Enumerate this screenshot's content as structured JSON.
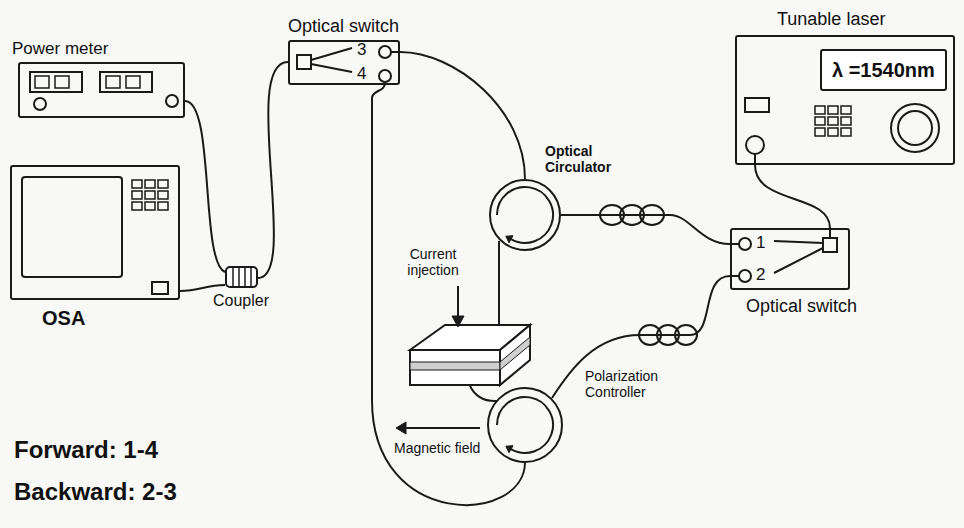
{
  "diagram": {
    "nodes": [
      {
        "text": [
          "Power meter"
        ]
      },
      {
        "text": [
          "OSA"
        ]
      },
      {
        "text": [
          "Coupler"
        ]
      },
      {
        "text": [
          "Optical switch"
        ]
      },
      {
        "text": [
          "Optical Circulator"
        ]
      },
      {
        "text": [
          "Tunable laser"
        ]
      },
      {
        "text": [
          "λ =1540nm"
        ],
        "in": 5
      },
      {
        "text": [
          "Optical switch"
        ]
      }
    ],
    "edges": [
      {
        "from": 3,
        "to": 2,
        "arrow": "none"
      },
      {
        "from": 2,
        "to": 0,
        "arrow": "none"
      },
      {
        "from": 2,
        "to": 1,
        "arrow": "none"
      },
      {
        "from": 5,
        "to": 7,
        "arrow": "none"
      },
      {
        "from": 7,
        "to": 4,
        "arrow": "none"
      },
      {
        "from": 4,
        "to": 3,
        "arrow": "none"
      }
    ],
    "labels": [
      "3",
      "4",
      "1",
      "2",
      "Current injection",
      "Polarization Controller",
      "Magnetic field",
      "Forward: 1-4",
      "Backward: 2-3"
    ]
  }
}
